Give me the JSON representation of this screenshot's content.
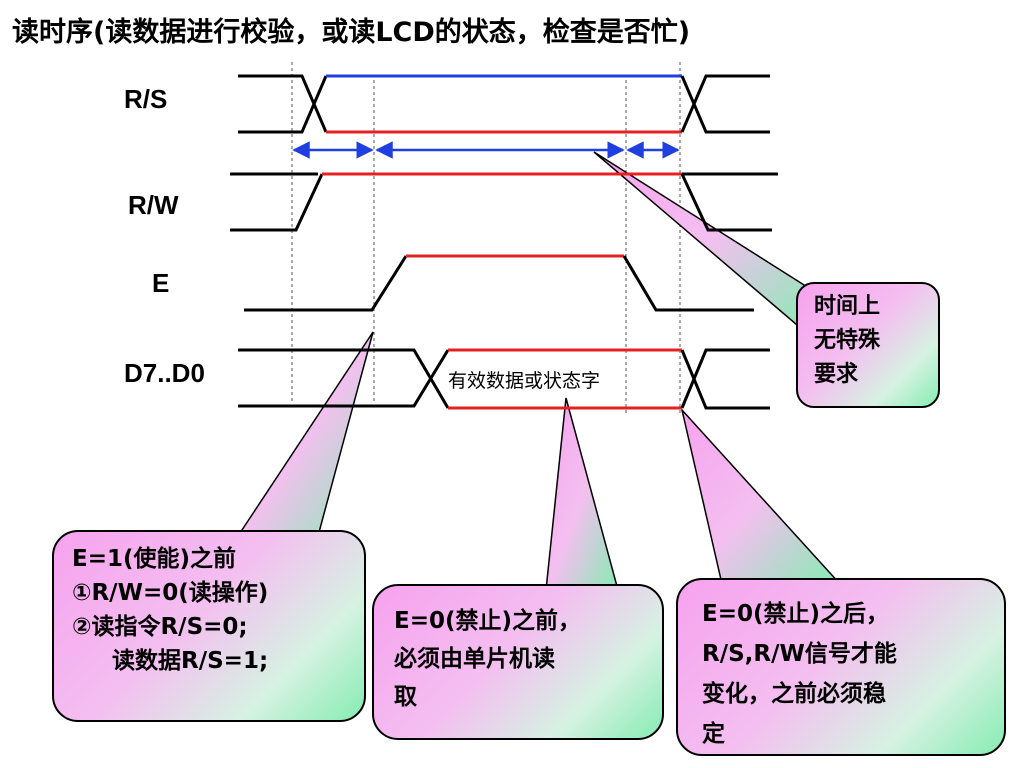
{
  "title": "读时序(读数据进行校验，或读LCD的状态，检查是否忙)",
  "signals": {
    "rs": "R/S",
    "rw": "R/W",
    "e": "E",
    "data": "D7..D0"
  },
  "data_window_label": "有效数据或状态字",
  "callouts": {
    "time_note": [
      "时间上",
      "无特殊",
      "要求"
    ],
    "before_e": [
      "E=1(使能)之前",
      "①R/W=0(读操作)",
      "②读指令R/S=0;",
      "读数据R/S=1;"
    ],
    "before_e_fall": [
      "E=0(禁止)之前，",
      "必须由单片机读",
      "取"
    ],
    "after_e_fall": [
      "E=0(禁止)之后，",
      "R/S,R/W信号才能",
      "变化，之前必须稳",
      "定"
    ]
  },
  "colors": {
    "high_level_rs": "#1f3fe0",
    "active_level": "#e52020",
    "arrow": "#1f3fe0",
    "line": "#000000"
  }
}
